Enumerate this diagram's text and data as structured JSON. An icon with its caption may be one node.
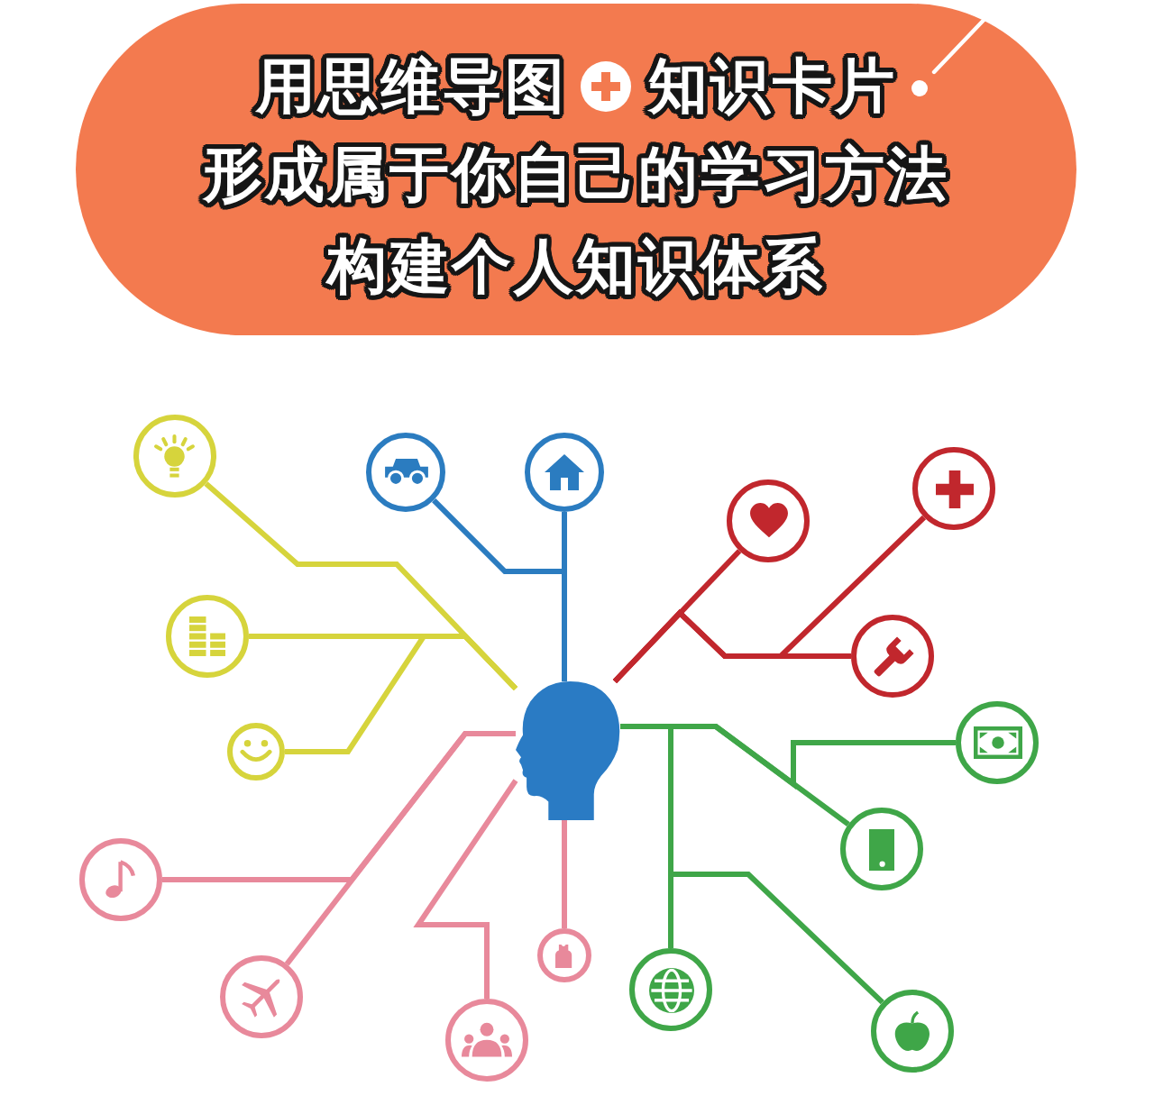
{
  "diagram": {
    "nodes": [
      {
        "text": [
          "用思维导图",
          "知识卡片",
          "形成属于你自己的学习方法",
          "构建个人知识体系"
        ]
      },
      {
        "text": [],
        "shape": "circle"
      },
      {
        "text": [],
        "shape": "circle"
      },
      {
        "text": [],
        "shape": "circle"
      },
      {
        "text": [],
        "shape": "circle"
      },
      {
        "text": [],
        "shape": "circle"
      },
      {
        "text": [],
        "shape": "circle"
      },
      {
        "text": [],
        "shape": "circle"
      },
      {
        "text": [],
        "shape": "circle"
      },
      {
        "text": [],
        "shape": "person"
      },
      {
        "text": [],
        "shape": "circle"
      },
      {
        "text": [],
        "shape": "circle"
      },
      {
        "text": [],
        "shape": "circle"
      },
      {
        "text": [],
        "shape": "circle"
      },
      {
        "text": [],
        "shape": "circle"
      },
      {
        "text": [],
        "shape": "circle"
      },
      {
        "text": [],
        "shape": "circle"
      },
      {
        "text": [],
        "shape": "circle"
      }
    ],
    "edges": [
      {
        "from": 9,
        "to": 1,
        "arrow": "none",
        "color": "#d6d43c"
      },
      {
        "from": 9,
        "to": 2,
        "arrow": "none",
        "color": "#2b7cc0"
      },
      {
        "from": 9,
        "to": 3,
        "arrow": "none",
        "color": "#2b7cc0"
      },
      {
        "from": 9,
        "to": 4,
        "arrow": "none",
        "color": "#c1272d"
      },
      {
        "from": 9,
        "to": 5,
        "arrow": "none",
        "color": "#c1272d"
      },
      {
        "from": 9,
        "to": 6,
        "arrow": "none",
        "color": "#d6d43c"
      },
      {
        "from": 9,
        "to": 7,
        "arrow": "none",
        "color": "#c1272d"
      },
      {
        "from": 9,
        "to": 8,
        "arrow": "none",
        "color": "#d6d43c"
      },
      {
        "from": 9,
        "to": 10,
        "arrow": "none",
        "color": "#3fa648"
      },
      {
        "from": 9,
        "to": 11,
        "arrow": "none",
        "color": "#3fa648"
      },
      {
        "from": 9,
        "to": 12,
        "arrow": "none",
        "color": "#e8899b"
      },
      {
        "from": 9,
        "to": 13,
        "arrow": "none",
        "color": "#e8899b"
      },
      {
        "from": 9,
        "to": 14,
        "arrow": "none",
        "color": "#e8899b"
      },
      {
        "from": 9,
        "to": 15,
        "arrow": "none",
        "color": "#3fa648"
      },
      {
        "from": 9,
        "to": 16,
        "arrow": "none",
        "color": "#e8899b"
      },
      {
        "from": 9,
        "to": 17,
        "arrow": "none",
        "color": "#3fa648"
      }
    ]
  }
}
